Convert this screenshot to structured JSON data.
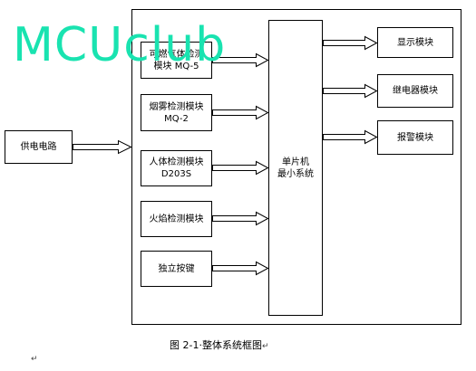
{
  "diagram": {
    "power_supply": "供电电路",
    "sensor_modules": [
      {
        "line1": "可燃气体检测",
        "line2": "模块 MQ-5"
      },
      {
        "line1": "烟雾检测模块",
        "line2": "MQ-2"
      },
      {
        "line1": "人体检测模块",
        "line2": "D203S"
      },
      {
        "line1": "火焰检测模块",
        "line2": ""
      },
      {
        "line1": "独立按键",
        "line2": ""
      }
    ],
    "mcu": {
      "line1": "单片机",
      "line2": "最小系统"
    },
    "output_modules": [
      "显示模块",
      "继电器模块",
      "报警模块"
    ],
    "caption": "图 2-1·整体系统框图",
    "caption_mark": "↵",
    "paragraph_mark": "↵"
  },
  "watermark": {
    "text": "MCUclub",
    "color": "#19e3b0"
  }
}
